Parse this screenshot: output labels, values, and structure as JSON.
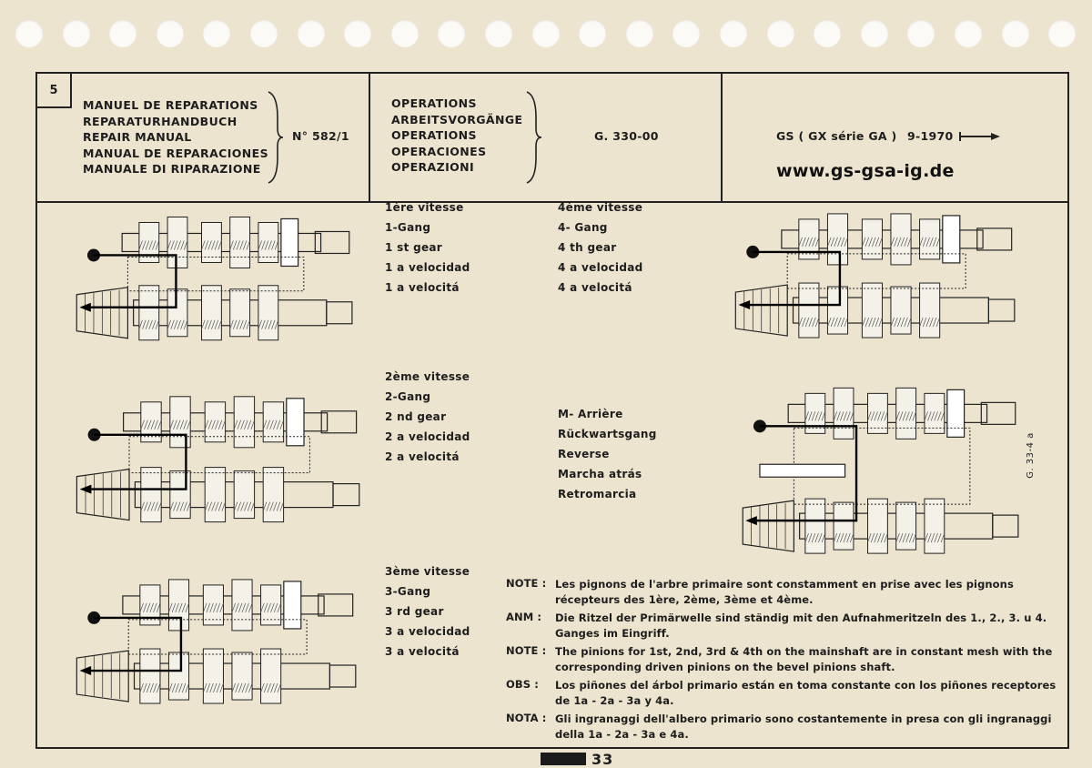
{
  "header": {
    "page_number": "5",
    "manual_titles": [
      "MANUEL DE REPARATIONS",
      "REPARATURHANDBUCH",
      "REPAIR MANUAL",
      "MANUAL DE REPARACIONES",
      "MANUALE DI RIPARAZIONE"
    ],
    "manual_number": "N° 582/1",
    "operations_titles": [
      "OPERATIONS",
      "ARBEITSVORGÄNGE",
      "OPERATIONS",
      "OPERACIONES",
      "OPERAZIONI"
    ],
    "operation_code": "G. 330-00",
    "model": "GS ( GX série GA )",
    "date": "9-1970",
    "website": "www.gs-gsa-ig.de"
  },
  "gears": {
    "first": [
      "1ère vitesse",
      "1-Gang",
      "1 st gear",
      "1 a velocidad",
      "1 a velocitá"
    ],
    "fourth": [
      "4ème vitesse",
      "4- Gang",
      "4 th gear",
      "4 a velocidad",
      "4 a velocitá"
    ],
    "second": [
      "2ème vitesse",
      "2-Gang",
      "2 nd gear",
      "2 a velocidad",
      "2 a velocitá"
    ],
    "reverse": [
      "M- Arrière",
      "Rückwartsgang",
      "Reverse",
      "Marcha atrás",
      "Retromarcia"
    ],
    "third": [
      "3ème vitesse",
      "3-Gang",
      "3 rd gear",
      "3 a velocidad",
      "3 a velocitá"
    ]
  },
  "figure_code": "G. 33-4 a",
  "notes": [
    {
      "label": "NOTE :",
      "text": "Les pignons de l'arbre primaire sont constamment en prise avec les pignons récepteurs des 1ère, 2ème, 3ème et 4ème."
    },
    {
      "label": "ANM :",
      "text": "Die Ritzel der Primärwelle sind ständig mit den Aufnahmeritzeln des 1., 2., 3. u 4. Ganges im Eingriff."
    },
    {
      "label": "NOTE :",
      "text": "The pinions for 1st, 2nd, 3rd & 4th on the mainshaft are in constant mesh with the corresponding driven pinions on the bevel pinions shaft."
    },
    {
      "label": "OBS :",
      "text": "Los piñones del árbol primario están en toma constante con los piñones receptores de 1a - 2a - 3a y 4a."
    },
    {
      "label": "NOTA :",
      "text": "Gli ingranaggi dell'albero primario sono costantemente in presa con gli ingranaggi della 1a - 2a - 3a e 4a."
    }
  ],
  "footer": {
    "page": "33"
  }
}
